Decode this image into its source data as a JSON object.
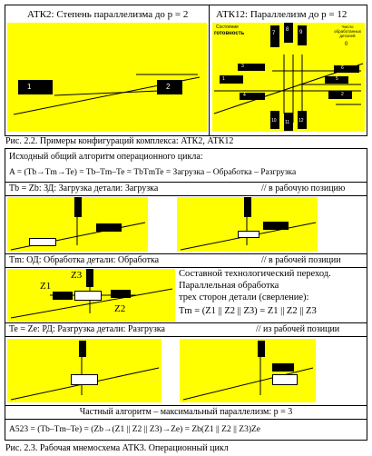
{
  "top_left": {
    "title": "АТК2: Степень параллелизма до p = 2",
    "block1": "1",
    "block2": "2"
  },
  "top_right": {
    "title": "АТК12: Параллелизм до p = 12",
    "status_label_small": "Состояние",
    "status_label_big": "готовность",
    "parts_counter": "Число обработанных деталей",
    "zero_value": "0",
    "blocks": [
      "7",
      "8",
      "9",
      "3",
      "6",
      "1",
      "5",
      "4",
      "2",
      "10",
      "11",
      "12"
    ]
  },
  "caption1": "Рис. 2.2. Примеры конфигураций комплекса: АТК2, АТК12",
  "algo": {
    "line1": "Исходный общий алгоритм операционного цикла:",
    "line2": "A = (Tb→Tm→Te) = Tb–Tm–Te = TbTmTe = Загрузка – Обработка – Разгрузка"
  },
  "load": {
    "title": "Tb = Zb: ЗД: Загрузка детали: Загрузка",
    "comment": "// в рабочую позицию"
  },
  "machining": {
    "title": "Tm: ОД: Обработка детали: Обработка",
    "comment": "// в рабочей позиции",
    "labels": {
      "z1": "Z1",
      "z2": "Z2",
      "z3": "Z3"
    },
    "desc1": "Составной технологический переход.",
    "desc2": "Параллельная обработка",
    "desc3": "трех сторон детали (сверление):",
    "formula": "Tm  =  (Z1 || Z2 || Z3)  =  Z1 || Z2 || Z3"
  },
  "unload": {
    "title": "Te = Ze: РД: Разгрузка детали: Разгрузка",
    "comment": "// из рабочей позиции"
  },
  "particular": {
    "line": "Частный алгоритм – максимальный параллелизм: p = 3",
    "formula": "A523  =  (Tb–Tm–Te)  =  (Zb→(Z1 || Z2 || Z3)→Ze)  =  Zb(Z1 || Z2 || Z3)Ze"
  },
  "caption2": "Рис. 2.3. Рабочая мнемосхема АТК3. Операционный цикл",
  "colors": {
    "panel": "#ffff00",
    "block": "#000000"
  }
}
